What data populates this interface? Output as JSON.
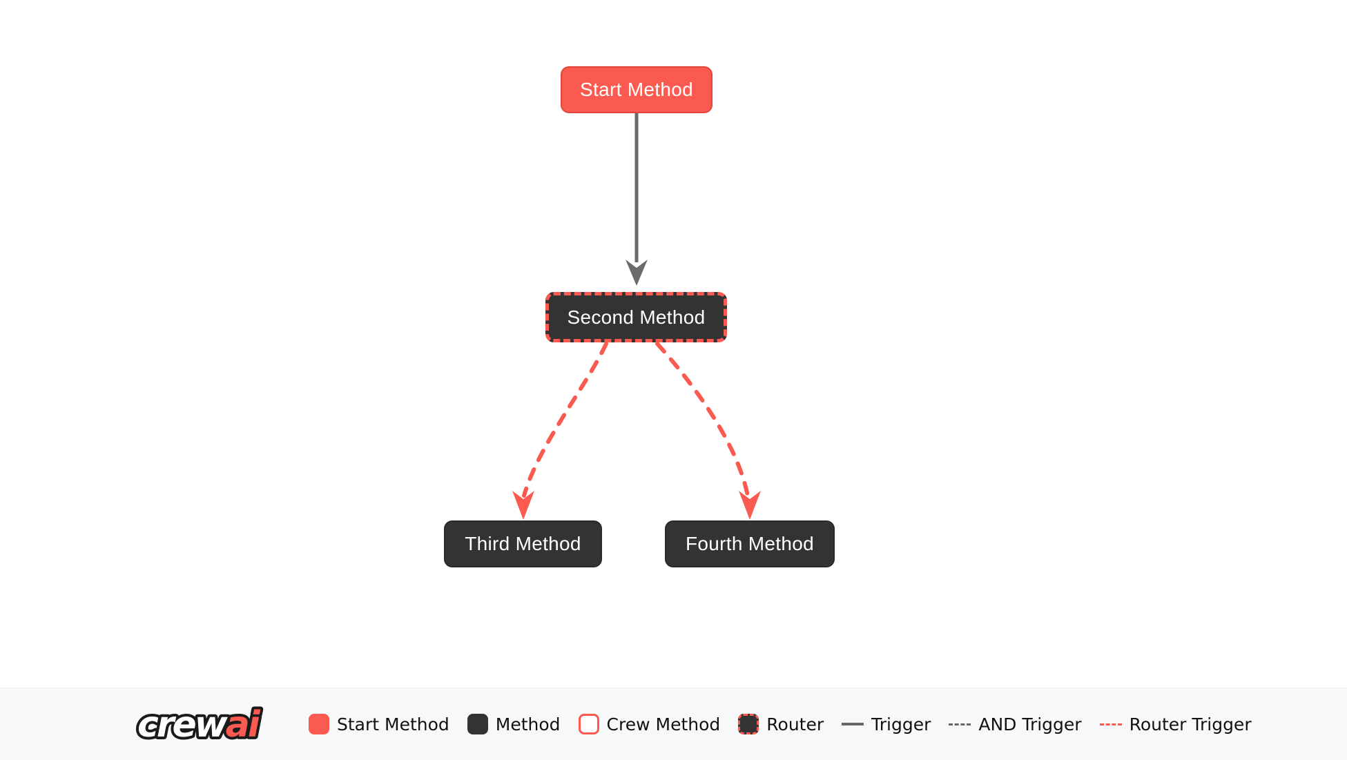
{
  "diagram": {
    "nodes": [
      {
        "id": "start",
        "label": "Start Method",
        "type": "start-method"
      },
      {
        "id": "second",
        "label": "Second Method",
        "type": "router"
      },
      {
        "id": "third",
        "label": "Third Method",
        "type": "method"
      },
      {
        "id": "fourth",
        "label": "Fourth Method",
        "type": "method"
      }
    ],
    "edges": [
      {
        "from": "start",
        "to": "second",
        "type": "trigger"
      },
      {
        "from": "second",
        "to": "third",
        "type": "router-trigger"
      },
      {
        "from": "second",
        "to": "fourth",
        "type": "router-trigger"
      }
    ]
  },
  "legend": {
    "logo": {
      "text_primary": "crew",
      "text_accent": "ai"
    },
    "items": [
      {
        "label": "Start Method",
        "swatch": "start-node-swatch"
      },
      {
        "label": "Method",
        "swatch": "method-node-swatch"
      },
      {
        "label": "Crew Method",
        "swatch": "crew-node-swatch"
      },
      {
        "label": "Router",
        "swatch": "router-node-swatch"
      },
      {
        "label": "Trigger",
        "swatch": "trigger-line-swatch"
      },
      {
        "label": "AND Trigger",
        "swatch": "and-trigger-line-swatch"
      },
      {
        "label": "Router Trigger",
        "swatch": "router-trigger-line-swatch"
      }
    ]
  },
  "colors": {
    "accent_red": "#FB5A50",
    "node_dark": "#333333",
    "edge_gray": "#666666",
    "legend_bg": "#F7F8F9",
    "canvas_bg": "#FFFFFF"
  }
}
